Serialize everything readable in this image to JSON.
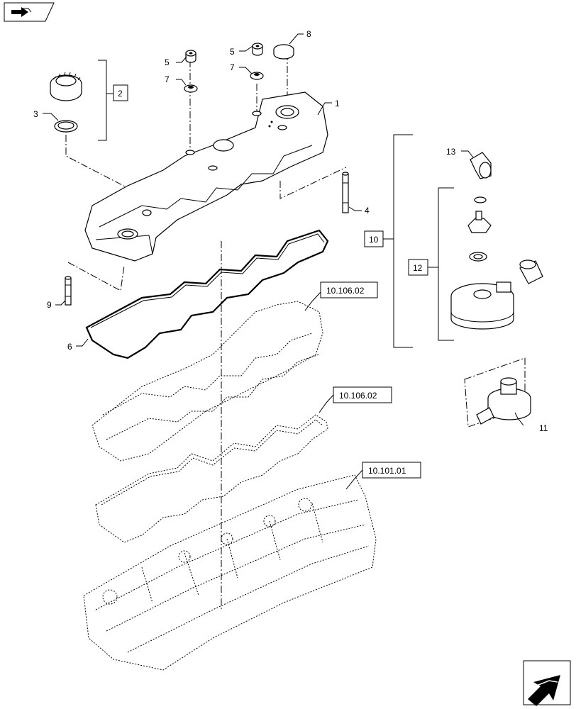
{
  "callouts": {
    "c1": "1",
    "c2": "2",
    "c3": "3",
    "c4": "4",
    "c5a": "5",
    "c5b": "5",
    "c6": "6",
    "c7a": "7",
    "c7b": "7",
    "c8": "8",
    "c9": "9",
    "c10": "10",
    "c11": "11",
    "c12": "12",
    "c13": "13"
  },
  "references": {
    "ref1": "10.106.02",
    "ref2": "10.106.02",
    "ref3": "10.101.01"
  },
  "icons": {
    "top_left": "book-arrow-icon",
    "bottom_right": "arrow-icon"
  }
}
